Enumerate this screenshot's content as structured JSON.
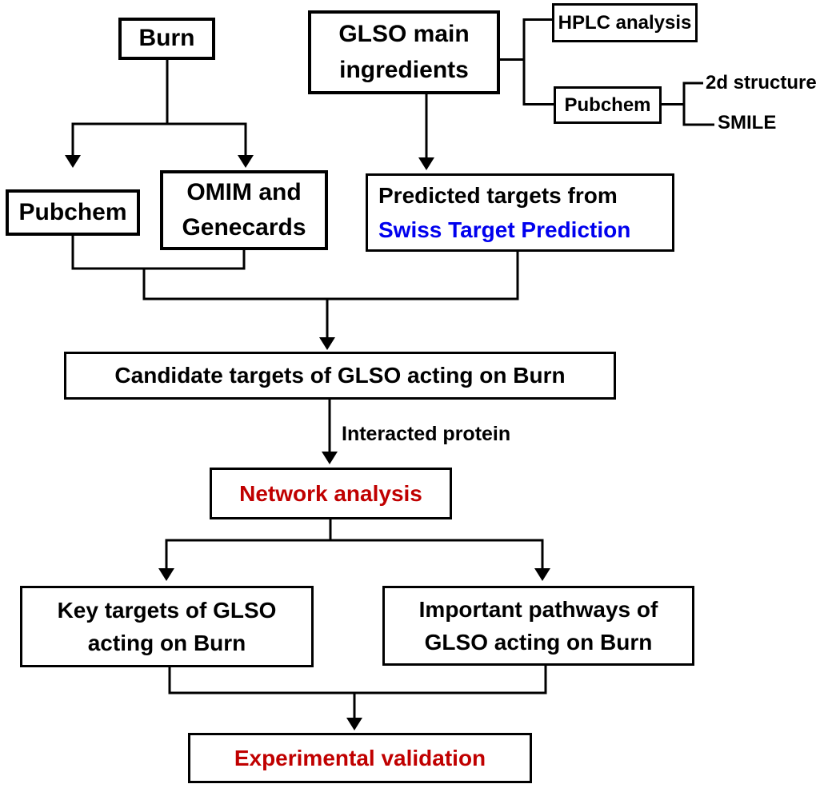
{
  "nodes": {
    "burn": {
      "label": "Burn"
    },
    "glso_main_ingredients": {
      "label": "GLSO main\ningredients"
    },
    "hplc_analysis": {
      "label": "HPLC analysis"
    },
    "pubchem_ingredient": {
      "label": "Pubchem"
    },
    "two_d_structure": {
      "label": "2d structure"
    },
    "smile": {
      "label": "SMILE"
    },
    "pubchem_disease": {
      "label": "Pubchem"
    },
    "omim_genecards": {
      "label": "OMIM and\nGenecards"
    },
    "predicted_targets": {
      "line1": "Predicted targets from",
      "line2": "Swiss Target Prediction"
    },
    "candidate_targets": {
      "label": "Candidate targets of GLSO acting on Burn"
    },
    "network_analysis": {
      "label": "Network analysis"
    },
    "key_targets": {
      "label": "Key targets of GLSO\nacting on Burn"
    },
    "important_pathways": {
      "label": "Important pathways of\nGLSO acting on Burn"
    },
    "experimental_validation": {
      "label": "Experimental validation"
    }
  },
  "edge_labels": {
    "interacted_protein": "Interacted protein"
  },
  "colors": {
    "line_and_text": "#000000",
    "swiss_target_prediction_blue": "#0000ee",
    "highlight_red": "#c00000",
    "background": "#ffffff"
  }
}
